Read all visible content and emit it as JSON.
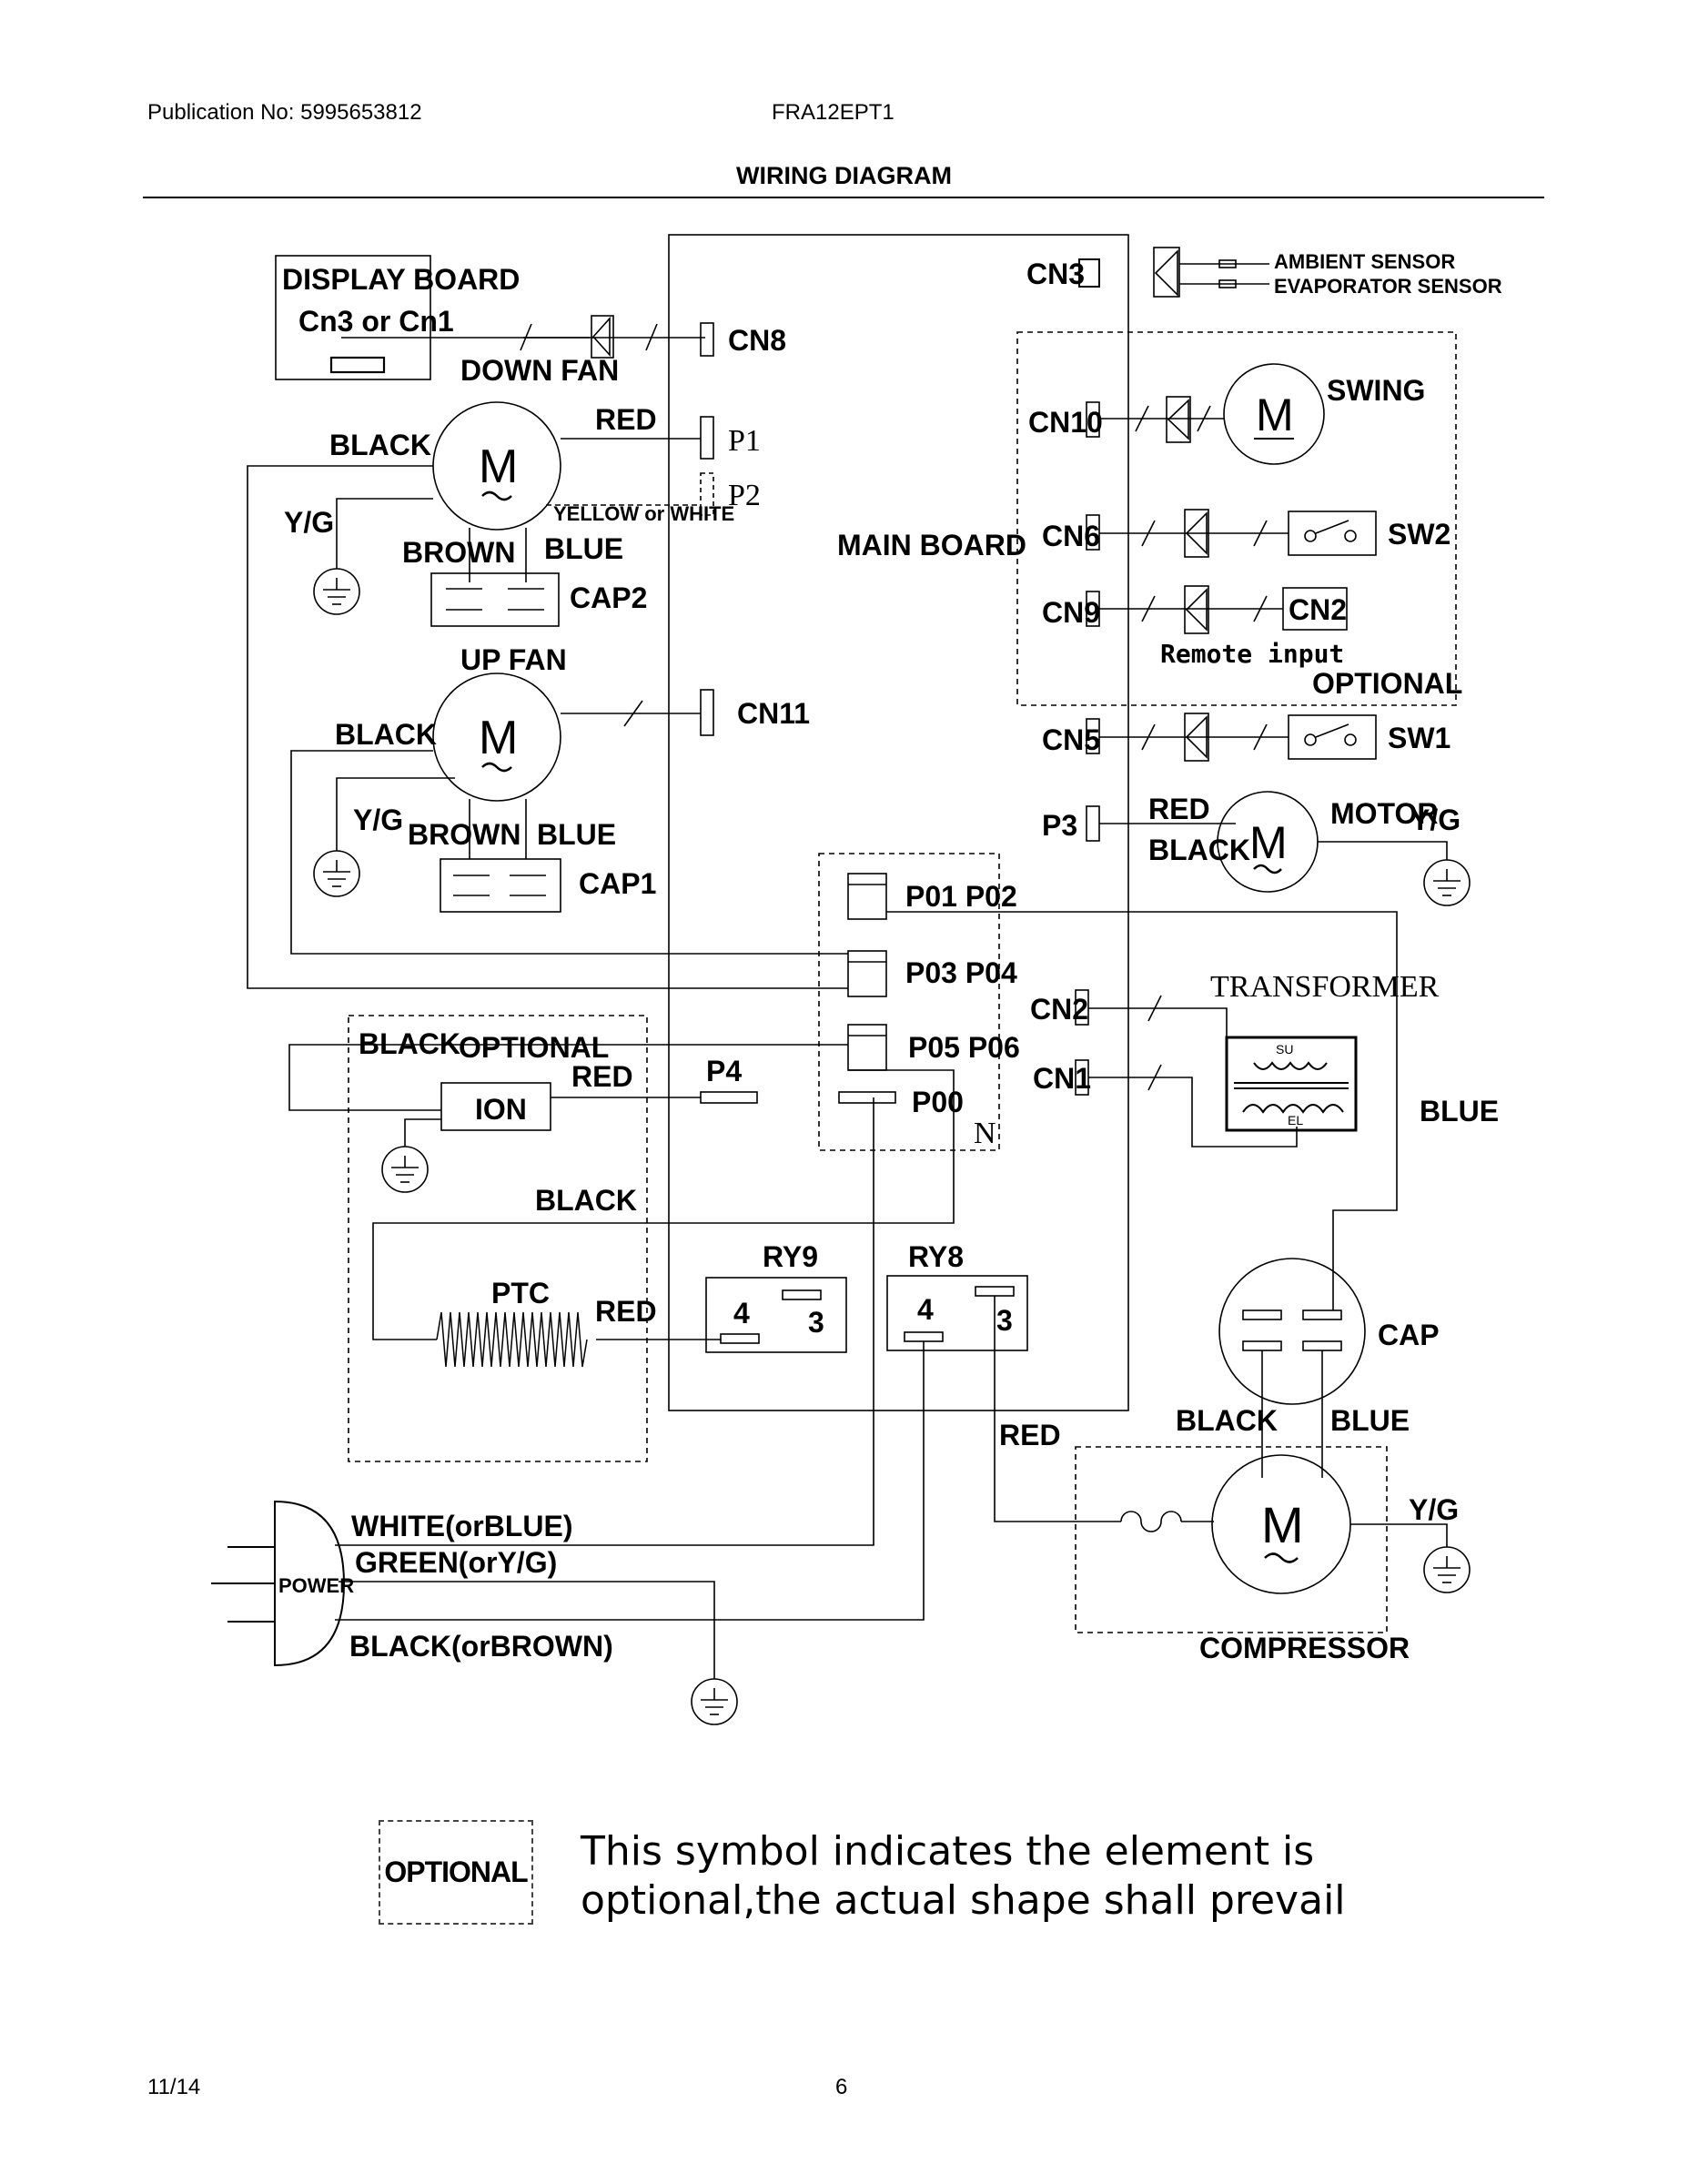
{
  "header": {
    "publication": "Publication No: 5995653812",
    "model": "FRA12EPT1",
    "title": "WIRING DIAGRAM"
  },
  "footer": {
    "date": "11/14",
    "page": "6"
  },
  "legend": {
    "symbol_label": "OPTIONAL",
    "line1": "This symbol indicates the element is",
    "line2": "optional,the actual shape shall prevail"
  },
  "diagram": {
    "display_board": {
      "title": "DISPLAY BOARD",
      "sub": "Cn3 or Cn1"
    },
    "down_fan": "DOWN FAN",
    "up_fan": "UP FAN",
    "main_board": "MAIN BOARD",
    "motor_symbol": "M",
    "wires": {
      "black": "BLACK",
      "red": "RED",
      "yg": "Y/G",
      "brown": "BROWN",
      "blue": "BLUE",
      "yellow_white": "YELLOW or WHITE"
    },
    "caps": {
      "cap2": "CAP2",
      "cap1": "CAP1",
      "cap": "CAP"
    },
    "connectors": {
      "cn8": "CN8",
      "p1": "P1",
      "p2": "P2",
      "cn11": "CN11",
      "cn3": "CN3",
      "cn10": "CN10",
      "cn6": "CN6",
      "cn9": "CN9",
      "cn5": "CN5",
      "p3": "P3",
      "p01p02": "P01 P02",
      "p03p04": "P03 P04",
      "p05p06": "P05 P06",
      "p00": "P00",
      "n": "N",
      "cn2": "CN2",
      "cn1": "CN1",
      "p4": "P4"
    },
    "sensors": {
      "ambient": "AMBIENT SENSOR",
      "evaporator": "EVAPORATOR SENSOR"
    },
    "swing": "SWING",
    "sw2": "SW2",
    "sw1": "SW1",
    "cn2_box": "CN2",
    "remote_input": "Remote input",
    "optional": "OPTIONAL",
    "motor": "MOTOR",
    "transformer": {
      "title": "TRANSFORMER",
      "su": "SU",
      "el": "EL"
    },
    "ion": "ION",
    "ptc": "PTC",
    "relays": {
      "ry9": "RY9",
      "ry8": "RY8",
      "pin4": "4",
      "pin3": "3"
    },
    "compressor": "COMPRESSOR",
    "power": {
      "label": "POWER",
      "white": "WHITE(orBLUE)",
      "green": "GREEN(orY/G)",
      "black": "BLACK(orBROWN)"
    }
  }
}
